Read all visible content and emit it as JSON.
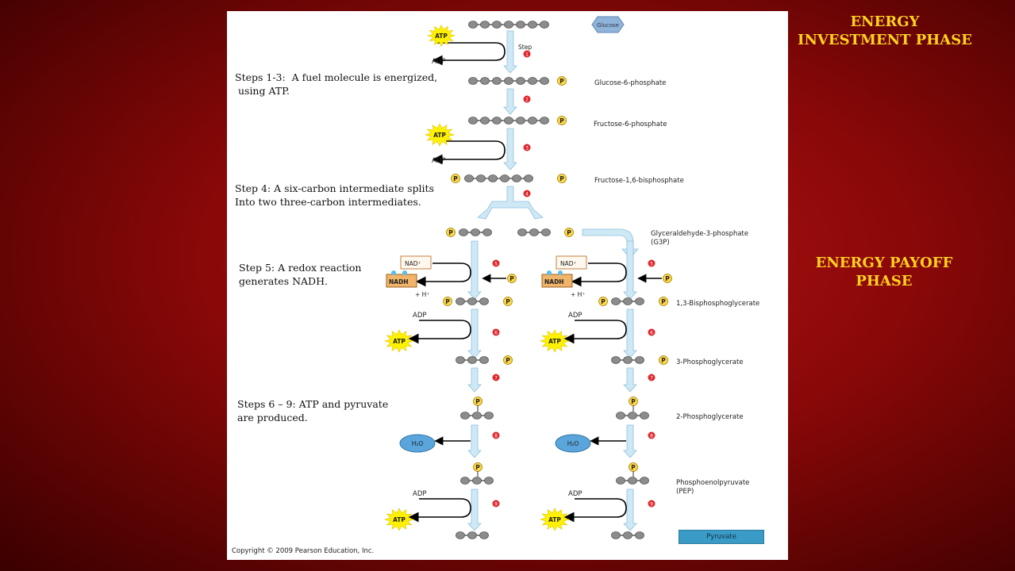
{
  "headings": {
    "investment": "ENERGY INVESTMENT PHASE",
    "payoff": "ENERGY PAYOFF PHASE"
  },
  "steps": {
    "s1": "Steps 1-3:  A fuel molecule is energized,\n using ATP.",
    "s4": "Step 4: A six-carbon intermediate splits\nInto two three-carbon intermediates.",
    "s5": "Step 5: A redox reaction\ngenerates NADH.",
    "s6": "Steps 6 – 9: ATP and pyruvate\nare produced."
  },
  "molecules": {
    "glucose": "Glucose",
    "g6p": "Glucose-6-phosphate",
    "f6p": "Fructose-6-phosphate",
    "f16bp": "Fructose-1,6-bisphosphate",
    "g3p": "Glyceraldehyde-3-phosphate\n(G3P)",
    "bpg": "1,3-Bisphosphoglycerate",
    "pg3": "3-Phosphoglycerate",
    "pg2": "2-Phosphoglycerate",
    "pep": "Phosphoenolpyruvate\n(PEP)",
    "pyruvate": "Pyruvate"
  },
  "labels": {
    "atp": "ATP",
    "adp": "ADP",
    "p": "P",
    "nad": "NAD",
    "nadh": "NADH",
    "hplus": "+ H",
    "water": "H₂O",
    "step": "Step"
  },
  "step_numbers": [
    "1",
    "2",
    "3",
    "4",
    "5",
    "6",
    "7",
    "8",
    "9"
  ],
  "copyright": "Copyright © 2009 Pearson Education, Inc.",
  "colors": {
    "background": "#8a0808",
    "heading": "#ffd21f",
    "atp": "#fff200",
    "phosphate": "#ffd84a",
    "step_dot": "#e0262b",
    "arrow": "#cfe8f5",
    "carbon": "#8c8c8c",
    "nadh": "#f0b46a",
    "water": "#5aa6dc",
    "glucose": "#8fb3d9",
    "pyruvate": "#3a9bc6"
  }
}
